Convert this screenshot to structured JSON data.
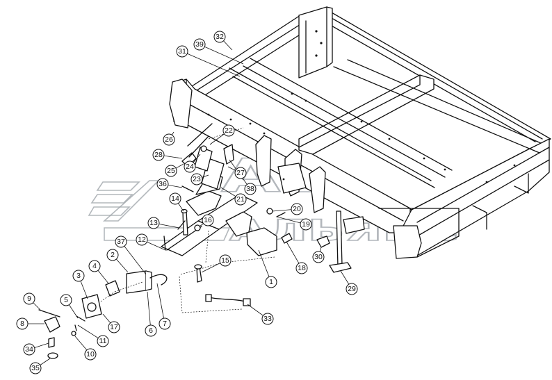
{
  "watermark": {
    "line1": "АВТО",
    "line2": "АЛЬЯНС",
    "color": "#9aa0a6"
  },
  "callouts": [
    "1",
    "2",
    "3",
    "4",
    "5",
    "6",
    "7",
    "8",
    "9",
    "10",
    "11",
    "12",
    "13",
    "14",
    "15",
    "16",
    "17",
    "18",
    "19",
    "20",
    "21",
    "22",
    "23",
    "24",
    "25",
    "26",
    "27",
    "28",
    "29",
    "30",
    "31",
    "32",
    "33",
    "34",
    "35",
    "36",
    "37",
    "38",
    "39"
  ]
}
